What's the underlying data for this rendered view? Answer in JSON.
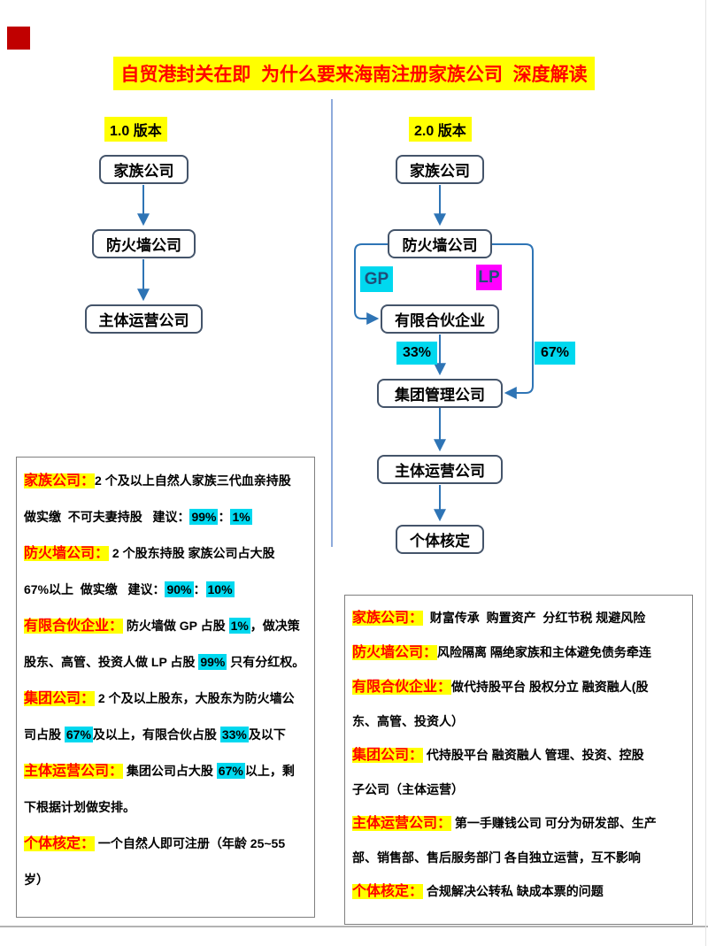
{
  "page": {
    "title": "自贸港封关在即  为什么要来海南注册家族公司  深度解读"
  },
  "flows": {
    "left": {
      "version": "1.0 版本",
      "nodes": [
        "家族公司",
        "防火墙公司",
        "主体运营公司"
      ]
    },
    "right": {
      "version": "2.0 版本",
      "nodes": [
        "家族公司",
        "防火墙公司",
        "有限合伙企业",
        "集团管理公司",
        "主体运营公司",
        "个体核定"
      ],
      "gp_label": "GP",
      "lp_label": "LP",
      "partnership_share": "33%",
      "firewall_share": "67%"
    }
  },
  "panels": {
    "left": {
      "entries": [
        {
          "segments": [
            {
              "s": "term",
              "t": "家族公司："
            },
            {
              "s": "text",
              "t": "2 个及以上自然人家族三代血亲持股\n做实缴  不可夫妻持股   建议："
            },
            {
              "s": "cyan",
              "t": "99%"
            },
            {
              "s": "text",
              "t": "："
            },
            {
              "s": "cyan",
              "t": "1%"
            }
          ]
        },
        {
          "segments": [
            {
              "s": "term",
              "t": "防火墙公司："
            },
            {
              "s": "text",
              "t": " 2 个股东持股 家族公司占大股\n67%以上  做实缴   建议："
            },
            {
              "s": "cyan",
              "t": "90%"
            },
            {
              "s": "text",
              "t": "："
            },
            {
              "s": "cyan",
              "t": "10%"
            }
          ]
        },
        {
          "segments": [
            {
              "s": "term",
              "t": "有限合伙企业："
            },
            {
              "s": "text",
              "t": " 防火墙做 GP 占股 "
            },
            {
              "s": "cyan",
              "t": "1%"
            },
            {
              "s": "text",
              "t": "，做决策\n股东、高管、投资人做 LP 占股 "
            },
            {
              "s": "cyan",
              "t": "99%"
            },
            {
              "s": "text",
              "t": " 只有分红权。"
            }
          ]
        },
        {
          "segments": [
            {
              "s": "term",
              "t": "集团公司："
            },
            {
              "s": "text",
              "t": " 2 个及以上股东，大股东为防火墙公\n司占股 "
            },
            {
              "s": "cyan",
              "t": "67%"
            },
            {
              "s": "text",
              "t": "及以上，有限合伙占股 "
            },
            {
              "s": "cyan",
              "t": "33%"
            },
            {
              "s": "text",
              "t": "及以下"
            }
          ]
        },
        {
          "segments": [
            {
              "s": "term",
              "t": "主体运营公司："
            },
            {
              "s": "text",
              "t": " 集团公司占大股 "
            },
            {
              "s": "cyan",
              "t": "67%"
            },
            {
              "s": "text",
              "t": "以上，剩\n下根据计划做安排。"
            }
          ]
        },
        {
          "segments": [
            {
              "s": "term",
              "t": "个体核定："
            },
            {
              "s": "text",
              "t": " 一个自然人即可注册（年龄 25~55\n岁）"
            }
          ]
        }
      ]
    },
    "right": {
      "entries": [
        {
          "segments": [
            {
              "s": "term",
              "t": "家族公司："
            },
            {
              "s": "text",
              "t": "  财富传承  购置资产  分红节税 规避风险"
            }
          ]
        },
        {
          "segments": [
            {
              "s": "term",
              "t": "防火墙公司："
            },
            {
              "s": "text",
              "t": "风险隔离 隔绝家族和主体避免债务牵连"
            }
          ]
        },
        {
          "segments": [
            {
              "s": "term",
              "t": "有限合伙企业："
            },
            {
              "s": "text",
              "t": "做代持股平台 股权分立 融资融人(股\n东、高管、投资人）"
            }
          ]
        },
        {
          "segments": [
            {
              "s": "term",
              "t": "集团公司："
            },
            {
              "s": "text",
              "t": " 代持股平台 融资融人 管理、投资、控股\n子公司（主体运营）"
            }
          ]
        },
        {
          "segments": [
            {
              "s": "term",
              "t": "主体运营公司："
            },
            {
              "s": "text",
              "t": " 第一手赚钱公司 可分为研发部、生产\n部、销售部、售后服务部门 各自独立运营，互不影响"
            }
          ]
        },
        {
          "segments": [
            {
              "s": "term",
              "t": "个体核定："
            },
            {
              "s": "text",
              "t": " 合规解决公转私 缺成本票的问题"
            }
          ]
        }
      ]
    }
  },
  "colors": {
    "highlight_yellow": "#ffff00",
    "highlight_cyan": "#00d8ef",
    "highlight_magenta": "#ff00ff",
    "title_red": "#ff0000",
    "term_red": "#ff0000",
    "logo_red": "#c00000",
    "arrow_blue": "#2e74b5",
    "node_border": "#44546a",
    "gp_lp_text": "#1f4e79",
    "divider_blue": "#8eaadb",
    "panel_border": "#7f7f7f",
    "rule_gray": "#b3b3b3"
  }
}
